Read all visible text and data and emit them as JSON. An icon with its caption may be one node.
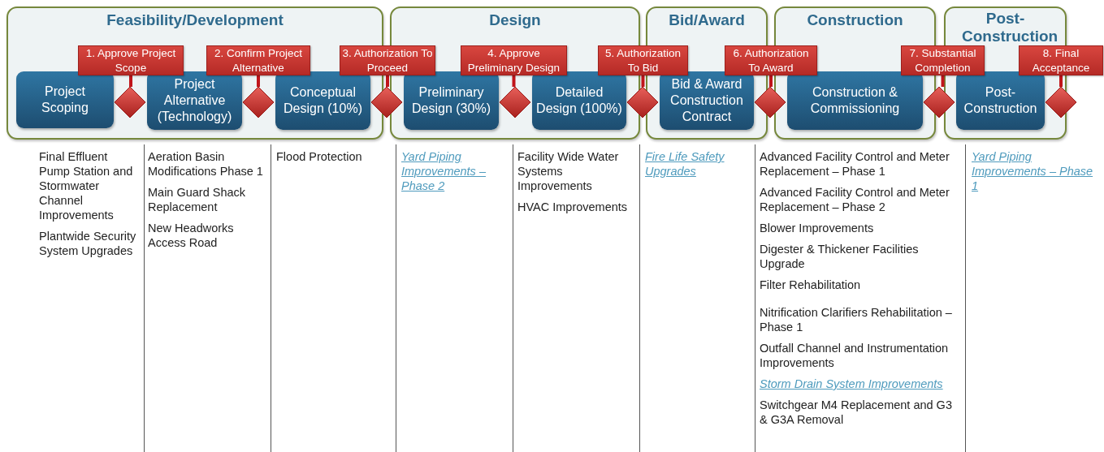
{
  "diagram": {
    "nodes": [
      {
        "text": [
          "Feasibility/Development"
        ]
      },
      {
        "text": [
          "Design"
        ]
      },
      {
        "text": [
          "Bid/Award"
        ]
      },
      {
        "text": [
          "Construction"
        ]
      },
      {
        "text": [
          "Post-Construction"
        ]
      },
      {
        "text": [
          "Project Scoping"
        ],
        "in": 0
      },
      {
        "text": [
          "Project Alternative (Technology)"
        ],
        "in": 0
      },
      {
        "text": [
          "Conceptual Design (10%)"
        ],
        "in": 0
      },
      {
        "text": [
          "Preliminary Design (30%)"
        ],
        "in": 1
      },
      {
        "text": [
          "Detailed Design (100%)"
        ],
        "in": 1
      },
      {
        "text": [
          "Bid & Award Construction Contract"
        ],
        "in": 2
      },
      {
        "text": [
          "Construction & Commissioning"
        ],
        "in": 3
      },
      {
        "text": [
          "Post-Construction"
        ],
        "in": 4
      },
      {
        "text": [
          "1. Approve Project Scope"
        ],
        "in": 0
      },
      {
        "text": [
          "2. Confirm Project Alternative"
        ],
        "in": 0
      },
      {
        "text": [
          "3. Authorization To Proceed"
        ]
      },
      {
        "text": [
          "4. Approve Preliminary Design"
        ],
        "in": 1
      },
      {
        "text": [
          "5. Authorization To Bid"
        ]
      },
      {
        "text": [
          "6. Authorization To Award"
        ]
      },
      {
        "text": [
          "7. Substantial Completion"
        ]
      },
      {
        "text": [
          "8. Final Acceptance"
        ]
      },
      {
        "text": [],
        "shape": "diamond",
        "in": 0
      },
      {
        "text": [],
        "shape": "diamond",
        "in": 0
      },
      {
        "text": [],
        "shape": "diamond"
      },
      {
        "text": [],
        "shape": "diamond",
        "in": 1
      },
      {
        "text": [],
        "shape": "diamond"
      },
      {
        "text": [],
        "shape": "diamond"
      },
      {
        "text": [],
        "shape": "diamond"
      },
      {
        "text": [],
        "shape": "diamond"
      }
    ],
    "edges": [
      {
        "from": 13,
        "to": 21,
        "arrow": "none"
      },
      {
        "from": 14,
        "to": 22,
        "arrow": "none"
      },
      {
        "from": 15,
        "to": 23,
        "arrow": "none"
      },
      {
        "from": 16,
        "to": 24,
        "arrow": "none"
      },
      {
        "from": 17,
        "to": 25,
        "arrow": "none"
      },
      {
        "from": 18,
        "to": 26,
        "arrow": "none"
      },
      {
        "from": 19,
        "to": 27,
        "arrow": "none"
      },
      {
        "from": 20,
        "to": 28,
        "arrow": "none"
      }
    ],
    "labels": [
      "Final Effluent Pump Station and Stormwater Channel Improvements",
      "Plantwide Security System Upgrades",
      "Aeration Basin Modifications Phase 1",
      "Main Guard Shack Replacement",
      "New Headworks Access Road",
      "Flood Protection",
      "Yard Piping Improvements – Phase 2",
      "Facility Wide Water Systems Improvements",
      "HVAC Improvements",
      "Fire Life Safety Upgrades",
      "Advanced Facility Control and Meter Replacement – Phase 1",
      "Advanced Facility Control and Meter Replacement – Phase 2",
      "Blower Improvements",
      "Digester & Thickener Facilities Upgrade",
      "Filter Rehabilitation",
      "Nitrification Clarifiers Rehabilitation – Phase 1",
      "Outfall Channel and Instrumentation Improvements",
      "Storm Drain System Improvements",
      "Switchgear M4 Replacement and G3 & G3A Removal",
      "Yard Piping Improvements – Phase 1"
    ]
  }
}
